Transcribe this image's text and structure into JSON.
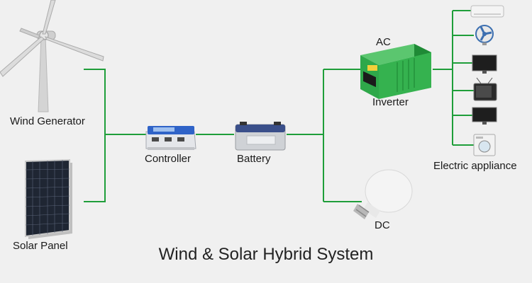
{
  "title": "Wind & Solar Hybrid System",
  "labels": {
    "wind_generator": "Wind Generator",
    "solar_panel": "Solar Panel",
    "controller": "Controller",
    "battery": "Battery",
    "inverter_ac": "AC",
    "inverter": "Inverter",
    "dc": "DC",
    "electric_appliance": "Electric appliance"
  },
  "colors": {
    "background": "#f0f0f0",
    "wire": "#1f9e3a",
    "inverter_green": "#2fa84a",
    "controller_blue": "#2f63c8",
    "battery_blue": "#3a4f8a"
  }
}
